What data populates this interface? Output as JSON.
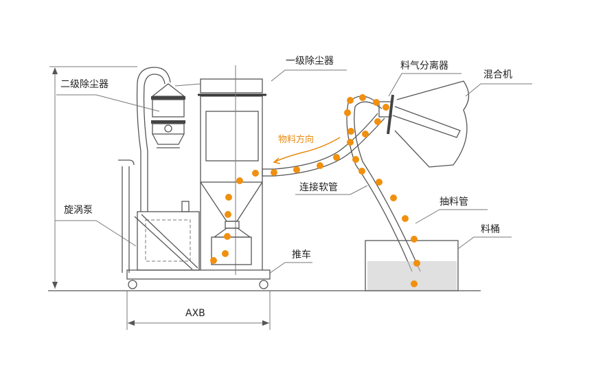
{
  "labels": {
    "primary_dust_collector": "一级除尘器",
    "secondary_dust_collector": "二级除尘器",
    "material_air_separator": "料气分离器",
    "mixer": "混合机",
    "material_direction": "物料方向",
    "connecting_hose": "连接软管",
    "suction_pipe": "抽料管",
    "material_bucket": "料桶",
    "vortex_pump": "旋涡泵",
    "cart": "推车",
    "dimension": "AXB"
  },
  "colors": {
    "flow_dots": "#f0900f",
    "lines": "#555555",
    "direction_text": "#e8890c"
  }
}
